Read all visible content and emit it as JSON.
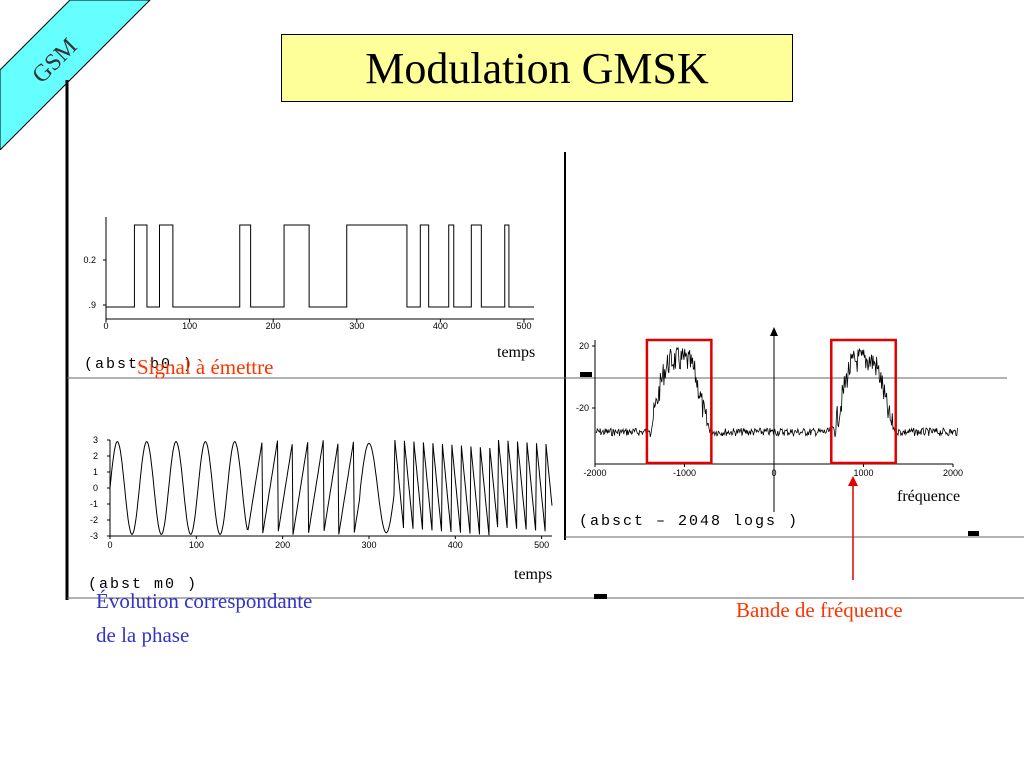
{
  "slide": {
    "corner_tag": "GSM",
    "title": "Modulation GMSK",
    "colors": {
      "title_bg": "#ffff99",
      "ribbon": "#66ffff",
      "red_label": "#ff3300",
      "blue_label": "#3333cc",
      "highlight": "#e00000"
    }
  },
  "panels": {
    "signal": {
      "axis_word": "temps",
      "caption": "Signal à émettre",
      "overlay_text": "(abst  b0 )",
      "ytick_labels": [
        "0.2",
        ".9"
      ]
    },
    "phase": {
      "axis_word": "temps",
      "caption_line1": "Évolution correspondante",
      "caption_line2": "de la phase",
      "overlay_text": "(abst  m0 )"
    },
    "spectrum": {
      "axis_word": "fréquence",
      "caption": "Bande de fréquence",
      "overlay_text": "(absct – 2048  logs )"
    }
  },
  "chart_data": [
    {
      "type": "line",
      "name": "signal",
      "x_ticks": [
        0,
        100,
        200,
        300,
        400,
        500
      ],
      "xlim": [
        0,
        512
      ],
      "levels": [
        "0.2",
        ".9"
      ],
      "bit_transitions": [
        0,
        34,
        49,
        64,
        80,
        160,
        173,
        213,
        243,
        288,
        360,
        376,
        386,
        410,
        416,
        437,
        449,
        477,
        482,
        512
      ],
      "start_level": "low"
    },
    {
      "type": "line",
      "name": "phase",
      "x_ticks": [
        0,
        100,
        200,
        300,
        400,
        500
      ],
      "y_ticks": [
        3,
        2,
        1,
        0,
        -1,
        -2,
        -3
      ],
      "xlim": [
        0,
        512
      ],
      "ylim": [
        -3,
        3
      ]
    },
    {
      "type": "line",
      "name": "spectrum",
      "x_ticks": [
        -2000,
        -1000,
        0,
        1000,
        2000
      ],
      "y_ticks": [
        20,
        -20
      ],
      "xlim": [
        -2000,
        2000
      ],
      "bands": [
        [
          -1420,
          -700
        ],
        [
          640,
          1360
        ]
      ]
    }
  ]
}
